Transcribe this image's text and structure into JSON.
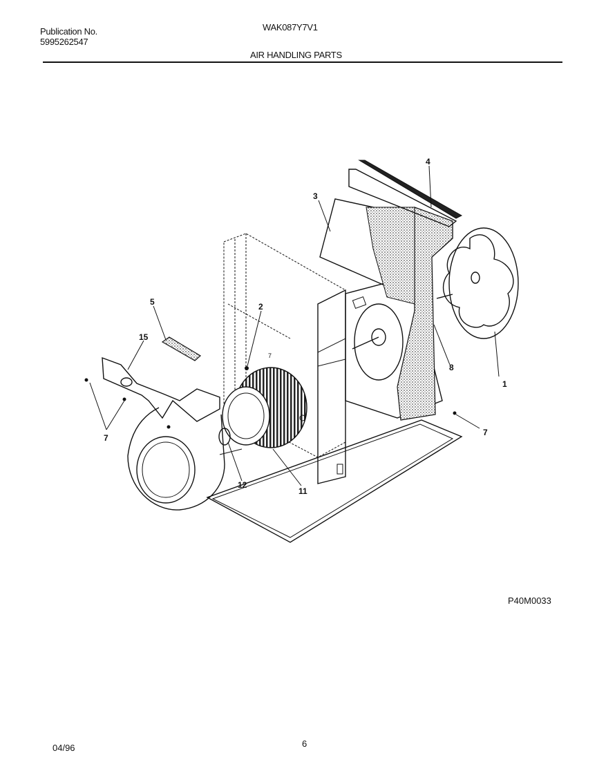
{
  "header": {
    "publication_label": "Publication No.",
    "publication_number": "5995262547",
    "model": "WAK087Y7V1",
    "section_title": "AIR HANDLING PARTS"
  },
  "diagram": {
    "callouts": [
      "1",
      "2",
      "3",
      "4",
      "5",
      "7",
      "7",
      "7",
      "8",
      "11",
      "12",
      "15"
    ]
  },
  "footer": {
    "drawing_code": "P40M0033",
    "date": "04/96",
    "page": "6"
  }
}
